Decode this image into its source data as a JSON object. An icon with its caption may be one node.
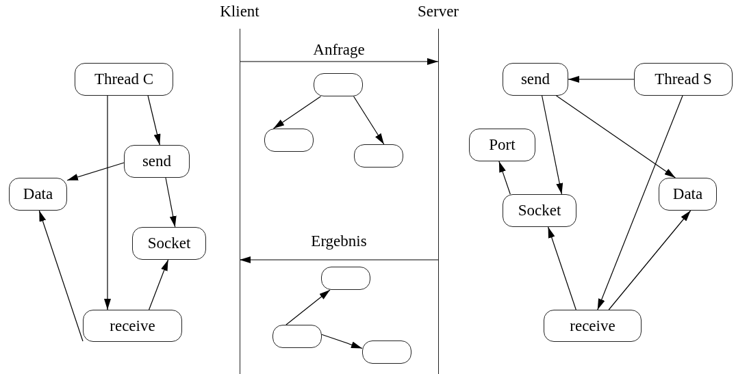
{
  "diagram": {
    "nodes": [
      {
        "text": [
          "Klient"
        ]
      },
      {
        "text": [
          "Server"
        ]
      },
      {
        "text": [],
        "shape": "box"
      },
      {
        "text": [],
        "shape": "box"
      },
      {
        "text": [],
        "shape": "box"
      },
      {
        "text": [],
        "shape": "box"
      },
      {
        "text": [],
        "shape": "box"
      },
      {
        "text": [],
        "shape": "box"
      },
      {
        "text": [
          "Thread C"
        ]
      },
      {
        "text": [
          "send"
        ]
      },
      {
        "text": [
          "Data"
        ]
      },
      {
        "text": [
          "Socket"
        ]
      },
      {
        "text": [
          "receive"
        ]
      },
      {
        "text": [
          "send"
        ]
      },
      {
        "text": [
          "Thread S"
        ]
      },
      {
        "text": [
          "Port"
        ]
      },
      {
        "text": [
          "Socket"
        ]
      },
      {
        "text": [
          "Data"
        ]
      },
      {
        "text": [
          "receive"
        ]
      }
    ],
    "edges": [
      {
        "from": 0,
        "to": 1,
        "arrow": "to",
        "label": "Anfrage"
      },
      {
        "from": 1,
        "to": 0,
        "arrow": "to",
        "label": "Ergebnis"
      },
      {
        "from": 2,
        "to": 3,
        "arrow": "to"
      },
      {
        "from": 2,
        "to": 4,
        "arrow": "to"
      },
      {
        "from": 6,
        "to": 5,
        "arrow": "to"
      },
      {
        "from": 6,
        "to": 7,
        "arrow": "to"
      },
      {
        "from": 8,
        "to": 9,
        "arrow": "to"
      },
      {
        "from": 8,
        "to": 12,
        "arrow": "to"
      },
      {
        "from": 9,
        "to": 10,
        "arrow": "to"
      },
      {
        "from": 9,
        "to": 11,
        "arrow": "to"
      },
      {
        "from": 12,
        "to": 10,
        "arrow": "to"
      },
      {
        "from": 12,
        "to": 11,
        "arrow": "to"
      },
      {
        "from": 14,
        "to": 13,
        "arrow": "to"
      },
      {
        "from": 13,
        "to": 16,
        "arrow": "to"
      },
      {
        "from": 13,
        "to": 17,
        "arrow": "to"
      },
      {
        "from": 14,
        "to": 18,
        "arrow": "to"
      },
      {
        "from": 16,
        "to": 15,
        "arrow": "to"
      },
      {
        "from": 18,
        "to": 16,
        "arrow": "to"
      },
      {
        "from": 18,
        "to": 17,
        "arrow": "to"
      }
    ]
  }
}
